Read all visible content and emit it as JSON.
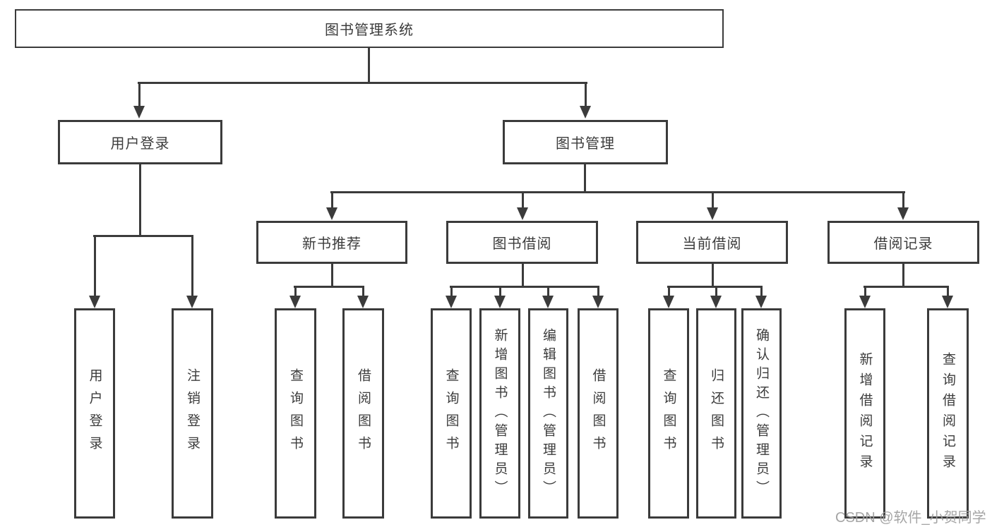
{
  "tree": {
    "root": {
      "label": "图书管理系统"
    },
    "branches": [
      {
        "label": "用户登录",
        "children": [
          {
            "label": "用户登录"
          },
          {
            "label": "注销登录"
          }
        ]
      },
      {
        "label": "图书管理",
        "children": [
          {
            "label": "新书推荐",
            "children": [
              {
                "label": "查询图书"
              },
              {
                "label": "借阅图书"
              }
            ]
          },
          {
            "label": "图书借阅",
            "children": [
              {
                "label": "查询图书"
              },
              {
                "label": "新增图书（管理员）"
              },
              {
                "label": "编辑图书（管理员）"
              },
              {
                "label": "借阅图书"
              }
            ]
          },
          {
            "label": "当前借阅",
            "children": [
              {
                "label": "查询图书"
              },
              {
                "label": "归还图书"
              },
              {
                "label": "确认归还（管理员）"
              }
            ]
          },
          {
            "label": "借阅记录",
            "children": [
              {
                "label": "新增借阅记录"
              },
              {
                "label": "查询借阅记录"
              }
            ]
          }
        ]
      }
    ]
  },
  "watermark": {
    "text": "CSDN @软件_小贺同学"
  },
  "colors": {
    "line": "#3b3b3b",
    "text": "#3c3c3c",
    "watermark": "#9e9e9e",
    "background": "#ffffff"
  }
}
